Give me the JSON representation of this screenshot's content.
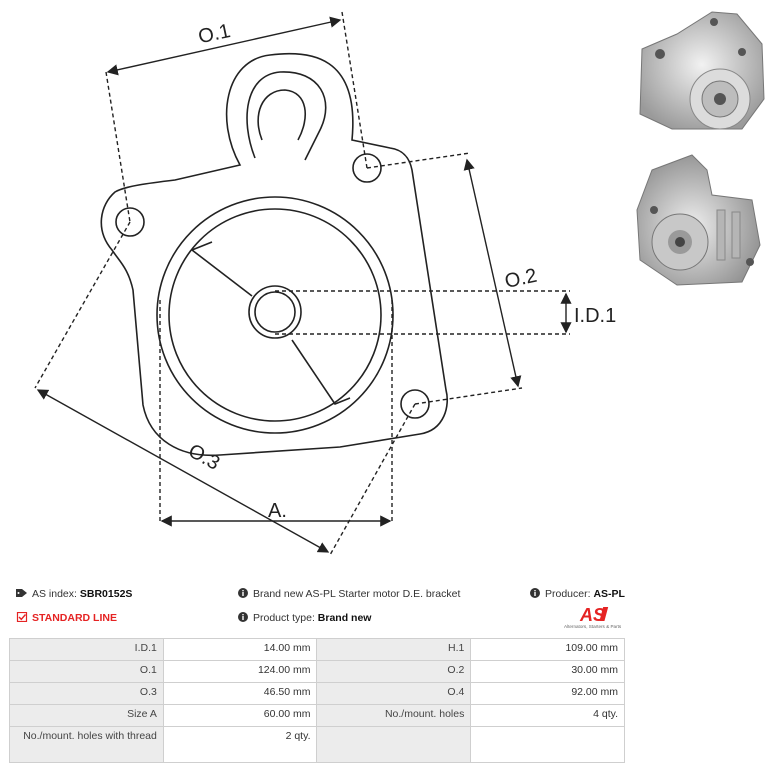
{
  "drawing": {
    "labels": {
      "o1": "O.1",
      "o2": "O.2",
      "o3": "O.3",
      "a": "A.",
      "id1": "I.D.1"
    }
  },
  "info": {
    "as_index_label": "AS index:",
    "as_index_value": "SBR0152S",
    "description": "Brand new AS-PL Starter motor D.E. bracket",
    "producer_label": "Producer:",
    "producer_value": "AS-PL",
    "line": "STANDARD LINE",
    "product_type_label": "Product type:",
    "product_type_value": "Brand new"
  },
  "logo": {
    "mark": "AS",
    "tagline": "Alternators, Starters & Parts",
    "color": "#e52323"
  },
  "specs": {
    "rows": [
      {
        "l1": "I.D.1",
        "v1": "14.00 mm",
        "l2": "H.1",
        "v2": "109.00 mm"
      },
      {
        "l1": "O.1",
        "v1": "124.00 mm",
        "l2": "O.2",
        "v2": "30.00 mm"
      },
      {
        "l1": "O.3",
        "v1": "46.50 mm",
        "l2": "O.4",
        "v2": "92.00 mm"
      },
      {
        "l1": "Size A",
        "v1": "60.00 mm",
        "l2": "No./mount. holes",
        "v2": "4 qty."
      },
      {
        "l1": "No./mount. holes with thread",
        "v1": "2 qty.",
        "l2": "",
        "v2": ""
      }
    ]
  }
}
